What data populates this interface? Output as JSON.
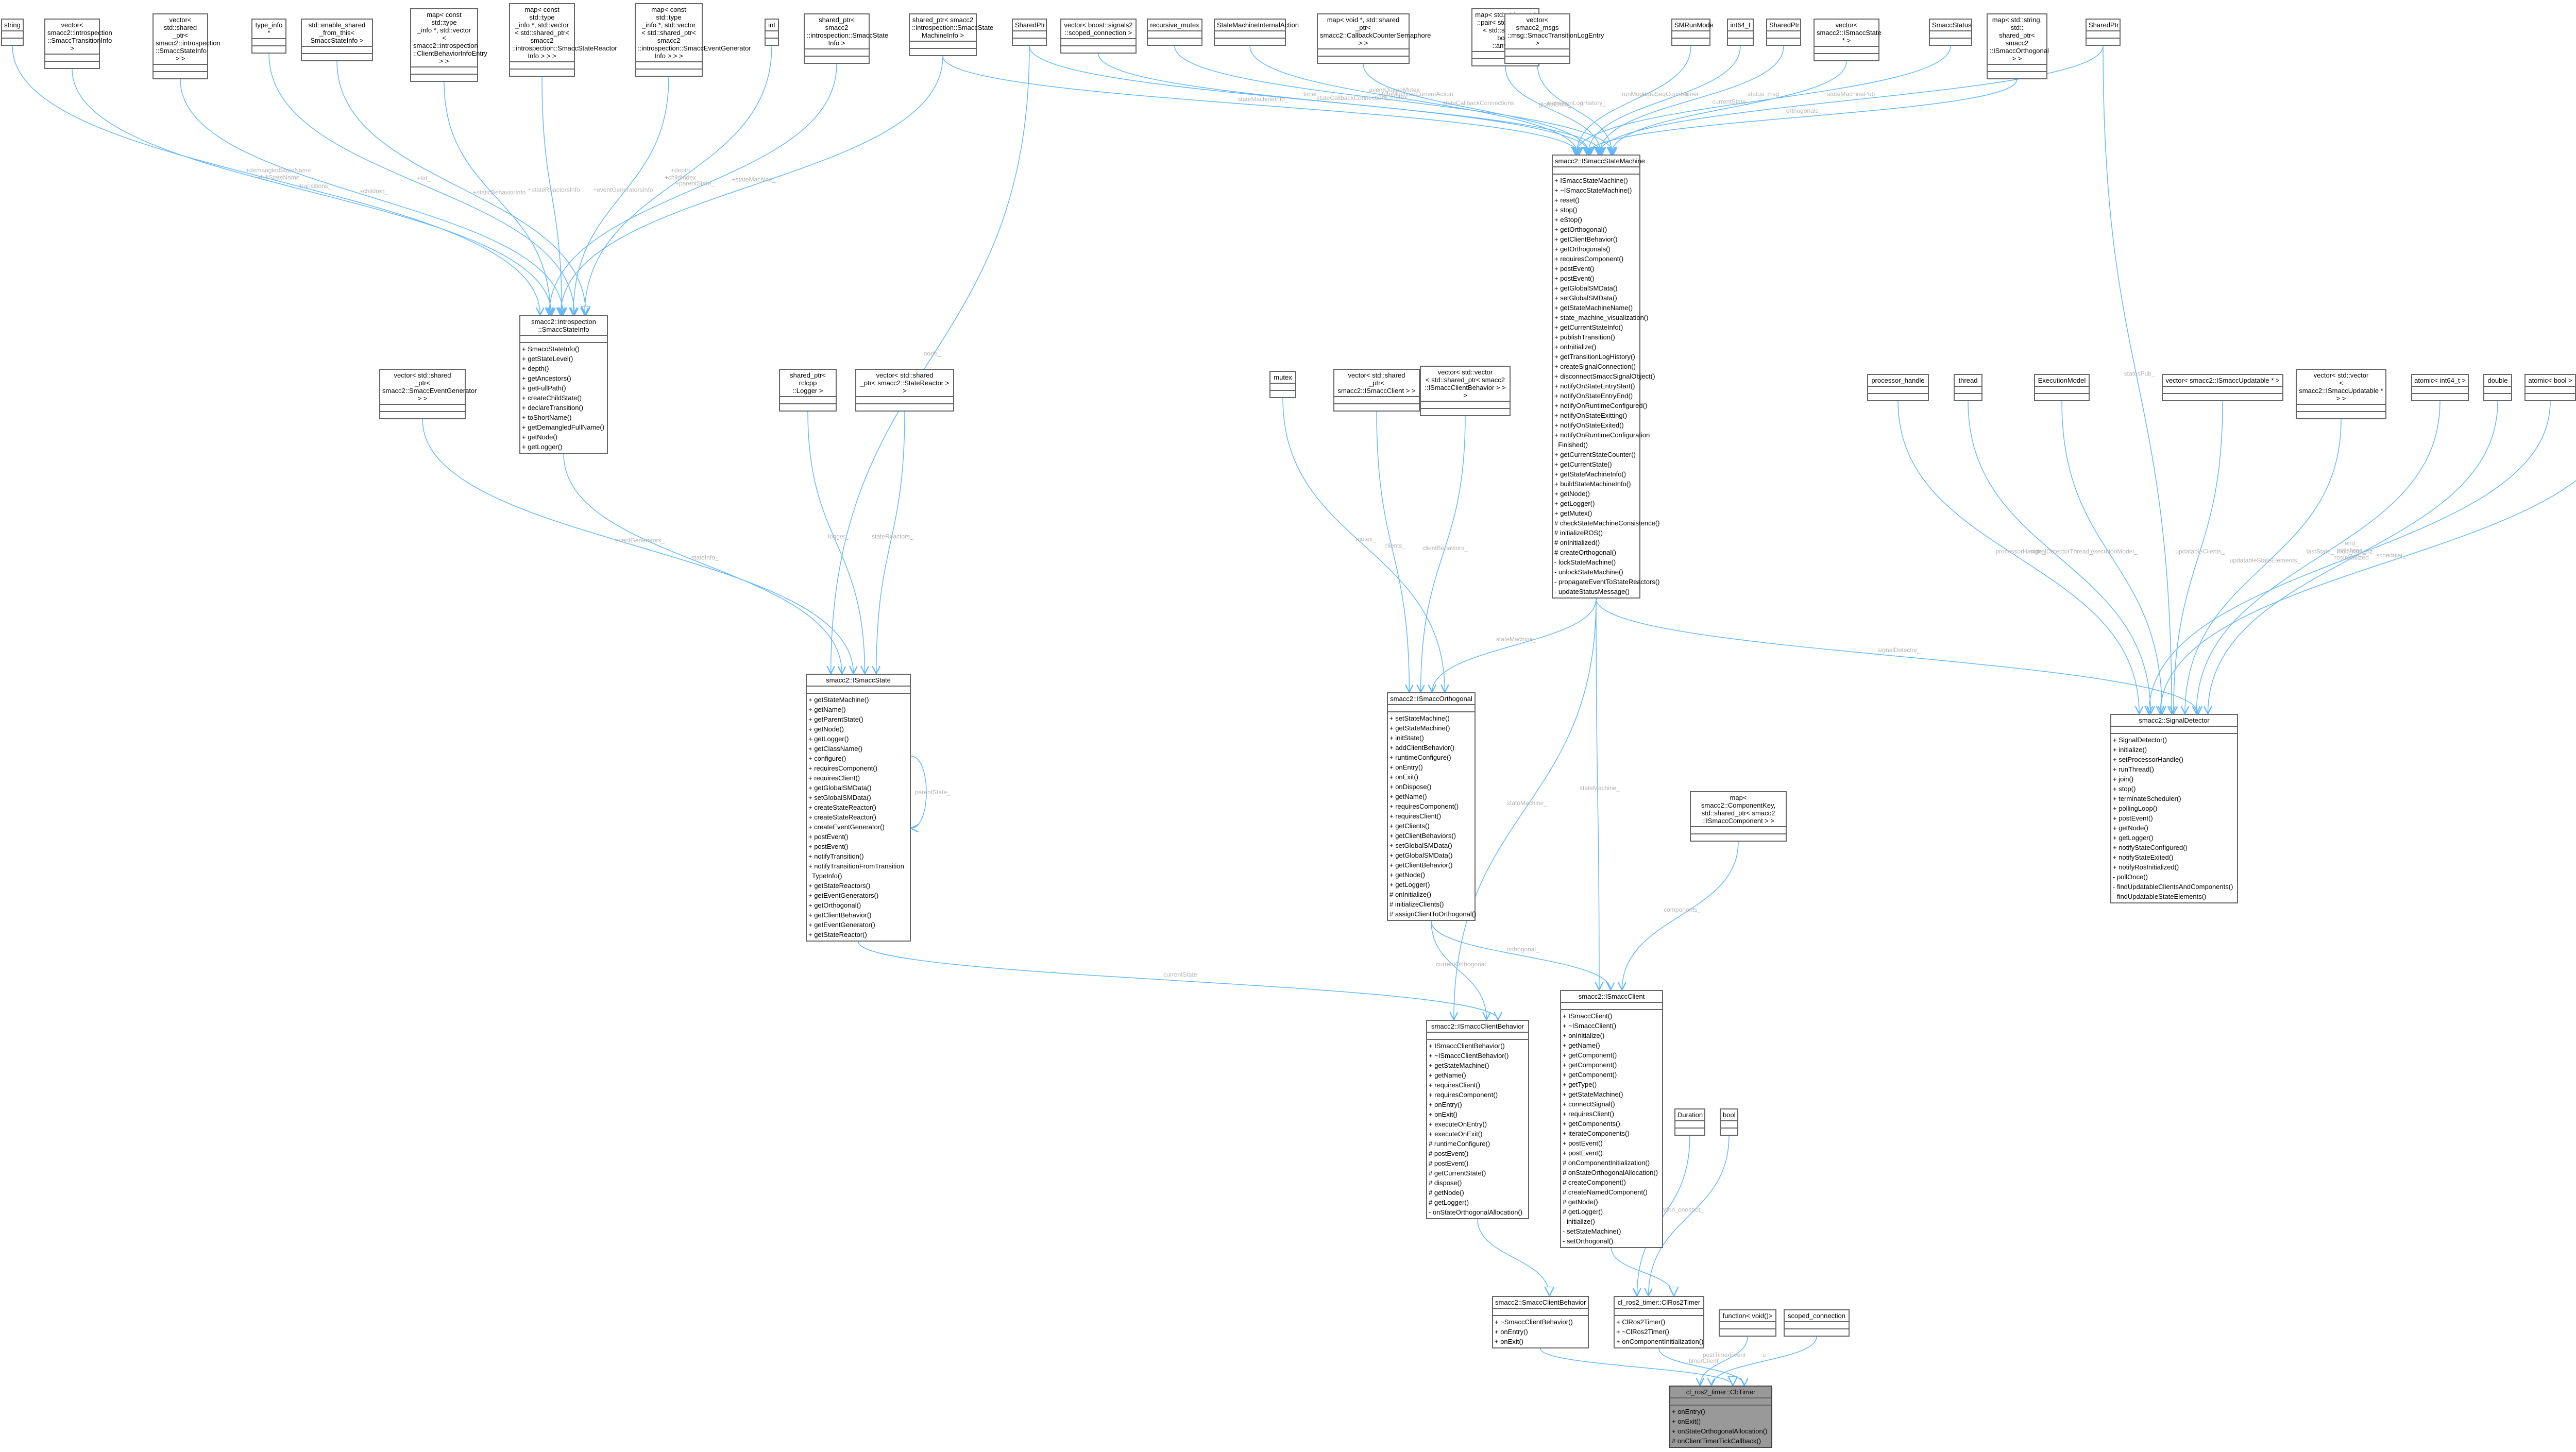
{
  "nodes": [
    {
      "id": "string",
      "title": "string",
      "fields": [],
      "methods": []
    },
    {
      "id": "vec_transinfo",
      "title": "vector< smacc2::introspection\n::SmaccTransitionInfo >",
      "fields": [],
      "methods": []
    },
    {
      "id": "vec_stateinfo",
      "title": "vector< std::shared\n_ptr< smacc2::introspection\n::SmaccStateInfo > >",
      "fields": [],
      "methods": []
    },
    {
      "id": "typeinfo",
      "title": "type_info *",
      "fields": [],
      "methods": []
    },
    {
      "id": "enable_shared",
      "title": "std::enable_shared\n_from_this< SmaccStateInfo >",
      "fields": [],
      "methods": []
    },
    {
      "id": "map_cbinfo",
      "title": "map< const std::type\n_info *, std::vector\n< smacc2::introspection\n::ClientBehaviorInfoEntry > >",
      "fields": [],
      "methods": []
    },
    {
      "id": "map_reactor",
      "title": "map< const std::type\n_info *, std::vector\n< std::shared_ptr< smacc2\n::introspection::SmaccStateReactor\nInfo > > >",
      "fields": [],
      "methods": []
    },
    {
      "id": "map_evgen",
      "title": "map< const std::type\n_info *, std::vector\n< std::shared_ptr< smacc2\n::introspection::SmaccEventGenerator\nInfo > > >",
      "fields": [],
      "methods": []
    },
    {
      "id": "int",
      "title": "int",
      "fields": [],
      "methods": []
    },
    {
      "id": "sp_stateinfo",
      "title": "shared_ptr< smacc2\n::introspection::SmaccState\nInfo >",
      "fields": [],
      "methods": []
    },
    {
      "id": "sp_sminfo",
      "title": "shared_ptr< smacc2\n::introspection::SmaccState\nMachineInfo >",
      "fields": [],
      "methods": []
    },
    {
      "id": "sharedptr1",
      "title": "SharedPtr",
      "fields": [],
      "methods": []
    },
    {
      "id": "vec_scoped",
      "title": "vector< boost::signals2\n::scoped_connection >",
      "fields": [],
      "methods": []
    },
    {
      "id": "rec_mutex",
      "title": "recursive_mutex",
      "fields": [],
      "methods": []
    },
    {
      "id": "sm_internal",
      "title": "StateMachineInternalAction",
      "fields": [],
      "methods": []
    },
    {
      "id": "map_semaphore",
      "title": "map< void *, std::shared\n_ptr< smacc2::CallbackCounterSemaphore > >",
      "fields": [],
      "methods": []
    },
    {
      "id": "map_global",
      "title": "map< std::string, std\n::pair< std::function\n< std::string()>, boost\n::any > >",
      "fields": [],
      "methods": []
    },
    {
      "id": "vec_translog",
      "title": "vector< smacc2_msgs\n::msg::SmaccTransitionLogEntry >",
      "fields": [],
      "methods": []
    },
    {
      "id": "smrunmode",
      "title": "SMRunMode",
      "fields": [],
      "methods": []
    },
    {
      "id": "int64",
      "title": "int64_t",
      "fields": [],
      "methods": []
    },
    {
      "id": "sharedptr2",
      "title": "SharedPtr",
      "fields": [],
      "methods": []
    },
    {
      "id": "vec_istate",
      "title": "vector< smacc2::ISmaccState * >",
      "fields": [],
      "methods": []
    },
    {
      "id": "smaccstatus",
      "title": "SmaccStatus",
      "fields": [],
      "methods": []
    },
    {
      "id": "map_orth",
      "title": "map< std::string, std::\nshared_ptr< smacc2\n::ISmaccOrthogonal > >",
      "fields": [],
      "methods": []
    },
    {
      "id": "sharedptr3",
      "title": "SharedPtr",
      "fields": [],
      "methods": []
    },
    {
      "id": "statemachine",
      "title": "smacc2::ISmaccStateMachine",
      "fields": [],
      "methods": [
        "+ ISmaccStateMachine()",
        "+ ~ISmaccStateMachine()",
        "+ reset()",
        "+ stop()",
        "+ eStop()",
        "+ getOrthogonal()",
        "+ getClientBehavior()",
        "+ getOrthogonals()",
        "+ requiresComponent()",
        "+ postEvent()",
        "+ postEvent()",
        "+ getGlobalSMData()",
        "+ setGlobalSMData()",
        "+ getStateMachineName()",
        "+ state_machine_visualization()",
        "+ getCurrentStateInfo()",
        "+ publishTransition()",
        "+ onInitialize()",
        "+ getTransitionLogHistory()",
        "+ createSignalConnection()",
        "+ disconnectSmaccSignalObject()",
        "+ notifyOnStateEntryStart()",
        "+ notifyOnStateEntryEnd()",
        "+ notifyOnRuntimeConfigured()",
        "+ notifyOnStateExitting()",
        "+ notifyOnStateExited()",
        "+ notifyOnRuntimeConfiguration\n  Finished()",
        "+ getCurrentStateCounter()",
        "+ getCurrentState()",
        "+ getStateMachineInfo()",
        "+ buildStateMachineInfo()",
        "+ getNode()",
        "+ getLogger()",
        "+ getMutex()",
        "# checkStateMachineConsistence()",
        "# initializeROS()",
        "# onInitialized()",
        "# createOrthogonal()",
        "- lockStateMachine()",
        "- unlockStateMachine()",
        "- propagateEventToStateReactors()",
        "- updateStatusMessage()"
      ]
    },
    {
      "id": "stateinfo",
      "title": "smacc2::introspection\n::SmaccStateInfo",
      "fields": [],
      "methods": [
        "+ SmaccStateInfo()",
        "+ getStateLevel()",
        "+ depth()",
        "+ getAncestors()",
        "+ getFullPath()",
        "+ createChildState()",
        "+ declareTransition()",
        "+ toShortName()",
        "+ getDemangledFullName()",
        "+ getNode()",
        "+ getLogger()"
      ]
    },
    {
      "id": "vec_evgen",
      "title": "vector< std::shared\n_ptr< smacc2::SmaccEventGenerator > >",
      "fields": [],
      "methods": []
    },
    {
      "id": "sp_logger",
      "title": "shared_ptr< rclcpp\n::Logger >",
      "fields": [],
      "methods": []
    },
    {
      "id": "vec_reactor",
      "title": "vector< std::shared\n_ptr< smacc2::StateReactor > >",
      "fields": [],
      "methods": []
    },
    {
      "id": "mutex",
      "title": "mutex",
      "fields": [],
      "methods": []
    },
    {
      "id": "vec_client",
      "title": "vector< std::shared\n_ptr< smacc2::ISmaccClient > >",
      "fields": [],
      "methods": []
    },
    {
      "id": "vec_vec_cb",
      "title": "vector< std::vector\n< std::shared_ptr< smacc2\n::ISmaccClientBehavior > > >",
      "fields": [],
      "methods": []
    },
    {
      "id": "processor",
      "title": "processor_handle",
      "fields": [],
      "methods": []
    },
    {
      "id": "thread",
      "title": "thread",
      "fields": [],
      "methods": []
    },
    {
      "id": "execmodel",
      "title": "ExecutionModel",
      "fields": [],
      "methods": []
    },
    {
      "id": "vec_updatable",
      "title": "vector< smacc2::ISmaccUpdatable * >",
      "fields": [],
      "methods": []
    },
    {
      "id": "vec_vec_updatable",
      "title": "vector< std::vector\n< smacc2::ISmaccUpdatable * > >",
      "fields": [],
      "methods": []
    },
    {
      "id": "atomic_int64",
      "title": "atomic< int64_t >",
      "fields": [],
      "methods": []
    },
    {
      "id": "double",
      "title": "double",
      "fields": [],
      "methods": []
    },
    {
      "id": "atomic_bool",
      "title": "atomic< bool >",
      "fields": [],
      "methods": []
    },
    {
      "id": "fifo",
      "title": "SmaccFifoScheduler *",
      "fields": [],
      "methods": []
    },
    {
      "id": "istate",
      "title": "smacc2::ISmaccState",
      "fields": [],
      "methods": [
        "+ getStateMachine()",
        "+ getName()",
        "+ getParentState()",
        "+ getNode()",
        "+ getLogger()",
        "+ getClassName()",
        "+ configure()",
        "+ requiresComponent()",
        "+ requiresClient()",
        "+ getGlobalSMData()",
        "+ setGlobalSMData()",
        "+ createStateReactor()",
        "+ createStateReactor()",
        "+ createEventGenerator()",
        "+ postEvent()",
        "+ postEvent()",
        "+ notifyTransition()",
        "+ notifyTransitionFromTransition\n  TypeInfo()",
        "+ getStateReactors()",
        "+ getEventGenerators()",
        "+ getOrthogonal()",
        "+ getClientBehavior()",
        "+ getEventGenerator()",
        "+ getStateReactor()"
      ]
    },
    {
      "id": "orthogonal",
      "title": "smacc2::ISmaccOrthogonal",
      "fields": [],
      "methods": [
        "+ setStateMachine()",
        "+ getStateMachine()",
        "+ initState()",
        "+ addClientBehavior()",
        "+ runtimeConfigure()",
        "+ onEntry()",
        "+ onExit()",
        "+ onDispose()",
        "+ getName()",
        "+ requiresComponent()",
        "+ requiresClient()",
        "+ getClients()",
        "+ getClientBehaviors()",
        "+ setGlobalSMData()",
        "+ getGlobalSMData()",
        "+ getClientBehavior()",
        "+ getNode()",
        "+ getLogger()",
        "# onInitialize()",
        "# initializeClients()",
        "# assignClientToOrthogonal()"
      ]
    },
    {
      "id": "signaldetector",
      "title": "smacc2::SignalDetector",
      "fields": [],
      "methods": [
        "+ SignalDetector()",
        "+ initialize()",
        "+ setProcessorHandle()",
        "+ runThread()",
        "+ join()",
        "+ stop()",
        "+ terminateScheduler()",
        "+ pollingLoop()",
        "+ postEvent()",
        "+ getNode()",
        "+ getLogger()",
        "+ notifyStateConfigured()",
        "+ notifyStateExited()",
        "+ notifyRosInitialized()",
        "- pollOnce()",
        "- findUpdatableClientsAndComponents()",
        "- findUpdatableStateElements()"
      ]
    },
    {
      "id": "map_component",
      "title": "map< smacc2::ComponentKey,\nstd::shared_ptr< smacc2\n::ISmaccComponent > >",
      "fields": [],
      "methods": []
    },
    {
      "id": "client",
      "title": "smacc2::ISmaccClient",
      "fields": [],
      "methods": [
        "+ ISmaccClient()",
        "+ ~ISmaccClient()",
        "+ onInitialize()",
        "+ getName()",
        "+ getComponent()",
        "+ getComponent()",
        "+ getComponent()",
        "+ getType()",
        "+ getStateMachine()",
        "+ connectSignal()",
        "+ requiresClient()",
        "+ getComponents()",
        "+ iterateComponents()",
        "+ postEvent()",
        "+ postEvent()",
        "# onComponentInitialization()",
        "# onStateOrthogonalAllocation()",
        "# createComponent()",
        "# createNamedComponent()",
        "# getNode()",
        "# getLogger()",
        "- initialize()",
        "- setStateMachine()",
        "- setOrthogonal()"
      ]
    },
    {
      "id": "clientbehavior",
      "title": "smacc2::ISmaccClientBehavior",
      "fields": [],
      "methods": [
        "+ ISmaccClientBehavior()",
        "+ ~ISmaccClientBehavior()",
        "+ getStateMachine()",
        "+ getName()",
        "+ requiresClient()",
        "+ requiresComponent()",
        "+ onEntry()",
        "+ onExit()",
        "+ executeOnEntry()",
        "+ executeOnExit()",
        "# runtimeConfigure()",
        "# postEvent()",
        "# postEvent()",
        "# getCurrentState()",
        "# dispose()",
        "# getNode()",
        "# getLogger()",
        "- onStateOrthogonalAllocation()"
      ]
    },
    {
      "id": "duration",
      "title": "Duration",
      "fields": [],
      "methods": []
    },
    {
      "id": "bool",
      "title": "bool",
      "fields": [],
      "methods": []
    },
    {
      "id": "smaccclientbehavior",
      "title": "smacc2::SmaccClientBehavior",
      "fields": [],
      "methods": [
        "+ ~SmaccClientBehavior()",
        "+ onEntry()",
        "+ onExit()"
      ]
    },
    {
      "id": "ros2timer",
      "title": "cl_ros2_timer::ClRos2Timer",
      "fields": [],
      "methods": [
        "+ ClRos2Timer()",
        "+ ~ClRos2Timer()",
        "+ onComponentInitialization()"
      ]
    },
    {
      "id": "function",
      "title": "function< void()>",
      "fields": [],
      "methods": []
    },
    {
      "id": "scoped_conn",
      "title": "scoped_connection",
      "fields": [],
      "methods": []
    },
    {
      "id": "cbtimer",
      "title": "cl_ros2_timer::CbTimer",
      "fields": [],
      "methods": [
        "+ onEntry()",
        "+ onExit()",
        "+ onStateOrthogonalAllocation()",
        "# onClientTimerTickCallback()"
      ]
    }
  ],
  "edges": [
    {
      "from": "string",
      "to": "stateinfo",
      "label": "+demangledStateName\n+fullStateName"
    },
    {
      "from": "vec_transinfo",
      "to": "stateinfo",
      "label": "+transitions_"
    },
    {
      "from": "vec_stateinfo",
      "to": "stateinfo",
      "label": "+children_"
    },
    {
      "from": "typeinfo",
      "to": "stateinfo",
      "label": "+tid_"
    },
    {
      "from": "enable_shared",
      "to": "stateinfo",
      "label": ""
    },
    {
      "from": "map_cbinfo",
      "to": "stateinfo",
      "label": "+staticBehaviorInfo"
    },
    {
      "from": "map_reactor",
      "to": "stateinfo",
      "label": "+stateReactorsInfo"
    },
    {
      "from": "map_evgen",
      "to": "stateinfo",
      "label": "+eventGeneratorsInfo"
    },
    {
      "from": "int",
      "to": "stateinfo",
      "label": "+depth\n+childIndex"
    },
    {
      "from": "sp_stateinfo",
      "to": "stateinfo",
      "label": "+parentState_"
    },
    {
      "from": "sp_sminfo",
      "to": "stateinfo",
      "label": "+stateMachine_"
    },
    {
      "from": "stateinfo",
      "to": "istate",
      "label": "stateInfo_"
    },
    {
      "from": "vec_evgen",
      "to": "istate",
      "label": "eventGenerators_"
    },
    {
      "from": "sp_logger",
      "to": "istate",
      "label": "logger_"
    },
    {
      "from": "vec_reactor",
      "to": "istate",
      "label": "stateReactors_"
    },
    {
      "from": "sharedptr1",
      "to": "istate",
      "label": "node_"
    },
    {
      "from": "istate",
      "to": "istate",
      "label": "parentState_"
    },
    {
      "from": "sp_sminfo",
      "to": "statemachine",
      "label": "stateMachineInfo_"
    },
    {
      "from": "sharedptr1",
      "to": "statemachine",
      "label": "timer_"
    },
    {
      "from": "vec_scoped",
      "to": "statemachine",
      "label": "stateCallbackConnections"
    },
    {
      "from": "rec_mutex",
      "to": "statemachine",
      "label": "eventQueueMutex_\nm_mutex_"
    },
    {
      "from": "sm_internal",
      "to": "statemachine",
      "label": "stateMachineCurrentAction"
    },
    {
      "from": "map_semaphore",
      "to": "statemachine",
      "label": "stateCallbackConnections"
    },
    {
      "from": "map_global",
      "to": "statemachine",
      "label": "globalData_"
    },
    {
      "from": "vec_translog",
      "to": "statemachine",
      "label": "transitionLogHistory_"
    },
    {
      "from": "smrunmode",
      "to": "statemachine",
      "label": "runMode_"
    },
    {
      "from": "int64",
      "to": "statemachine",
      "label": "stateSeqCounter_"
    },
    {
      "from": "sharedptr2",
      "to": "statemachine",
      "label": "timer_"
    },
    {
      "from": "vec_istate",
      "to": "statemachine",
      "label": "currentState_"
    },
    {
      "from": "smaccstatus",
      "to": "statemachine",
      "label": "status_msg_"
    },
    {
      "from": "map_orth",
      "to": "statemachine",
      "label": "orthogonals_"
    },
    {
      "from": "sharedptr3",
      "to": "statemachine",
      "label": "stateMachinePub_"
    },
    {
      "from": "mutex",
      "to": "orthogonal",
      "label": "mutex_"
    },
    {
      "from": "vec_client",
      "to": "orthogonal",
      "label": "clients_"
    },
    {
      "from": "vec_vec_cb",
      "to": "orthogonal",
      "label": "clientBehaviors_"
    },
    {
      "from": "statemachine",
      "to": "orthogonal",
      "label": "stateMachine_"
    },
    {
      "from": "statemachine",
      "to": "signaldetector",
      "label": "signalDetector_"
    },
    {
      "from": "processor",
      "to": "signaldetector",
      "label": "processorHandle_"
    },
    {
      "from": "thread",
      "to": "signaldetector",
      "label": "signalDetectorThread_"
    },
    {
      "from": "execmodel",
      "to": "signaldetector",
      "label": "executionModel_"
    },
    {
      "from": "vec_updatable",
      "to": "signaldetector",
      "label": "updatableClients_"
    },
    {
      "from": "vec_vec_updatable",
      "to": "signaldetector",
      "label": "updatableStateElements_"
    },
    {
      "from": "atomic_int64",
      "to": "signaldetector",
      "label": "lastState_"
    },
    {
      "from": "double",
      "to": "signaldetector",
      "label": "loop_rate_hz"
    },
    {
      "from": "atomic_bool",
      "to": "signaldetector",
      "label": "end_\ninitialized_\nrosInitialized"
    },
    {
      "from": "fifo",
      "to": "signaldetector",
      "label": "scheduler_"
    },
    {
      "from": "sharedptr3",
      "to": "signaldetector",
      "label": "statusPub_"
    },
    {
      "from": "orthogonal",
      "to": "clientbehavior",
      "label": "currentOrthogonal"
    },
    {
      "from": "istate",
      "to": "clientbehavior",
      "label": "currentState"
    },
    {
      "from": "statemachine",
      "to": "clientbehavior",
      "label": "stateMachine_"
    },
    {
      "from": "statemachine",
      "to": "client",
      "label": "stateMachine_"
    },
    {
      "from": "orthogonal",
      "to": "client",
      "label": "orthogonal_"
    },
    {
      "from": "map_component",
      "to": "client",
      "label": "components_"
    },
    {
      "from": "clientbehavior",
      "to": "smaccclientbehavior",
      "label": ""
    },
    {
      "from": "client",
      "to": "ros2timer",
      "label": ""
    },
    {
      "from": "duration",
      "to": "ros2timer",
      "label": "duration_"
    },
    {
      "from": "bool",
      "to": "ros2timer",
      "label": "oneshot_"
    },
    {
      "from": "smaccclientbehavior",
      "to": "cbtimer",
      "label": ""
    },
    {
      "from": "ros2timer",
      "to": "cbtimer",
      "label": "timerClient"
    },
    {
      "from": "function",
      "to": "cbtimer",
      "label": "postTimerEvent_"
    },
    {
      "from": "scoped_conn",
      "to": "cbtimer",
      "label": "c_"
    }
  ]
}
